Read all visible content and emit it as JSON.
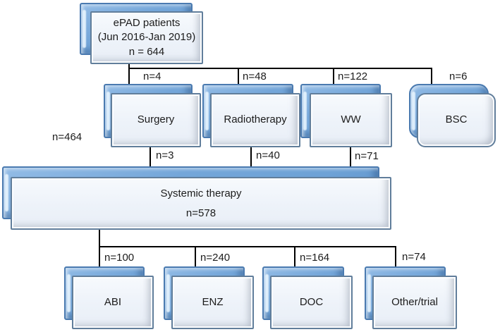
{
  "nodes": {
    "root": {
      "line1": "ePAD patients",
      "line2": "(Jun 2016-Jan 2019)",
      "line3": "n = 644"
    },
    "surgery": {
      "label": "Surgery"
    },
    "radiotherapy": {
      "label": "Radiotherapy"
    },
    "ww": {
      "label": "WW"
    },
    "bsc": {
      "label": "BSC"
    },
    "systemic": {
      "line1": "Systemic therapy",
      "line2": "n=578"
    },
    "abi": {
      "label": "ABI"
    },
    "enz": {
      "label": "ENZ"
    },
    "doc": {
      "label": "DOC"
    },
    "other": {
      "label": "Other/trial"
    }
  },
  "edge_labels": {
    "root_to_surgery": "n=4",
    "root_to_radiotherapy": "n=48",
    "root_to_ww": "n=122",
    "root_to_bsc": "n=6",
    "direct_to_systemic": "n=464",
    "surgery_to_systemic": "n=3",
    "radiotherapy_to_systemic": "n=40",
    "ww_to_systemic": "n=71",
    "systemic_to_abi": "n=100",
    "systemic_to_enz": "n=240",
    "systemic_to_doc": "n=164",
    "systemic_to_other": "n=74"
  },
  "colors": {
    "background": "#FFFFFF",
    "back_box_fill": "#6EA2D6",
    "back_box_edge": "#4A7AB0",
    "front_box_fill": "#EDF2F9",
    "front_box_border": "#617E9B",
    "connector": "#000000",
    "text": "#1C1C1C"
  }
}
